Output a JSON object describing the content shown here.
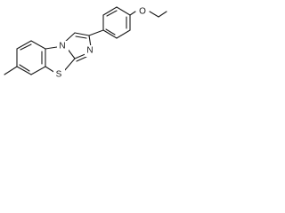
{
  "molecule": {
    "atoms": {
      "O": "O",
      "N": "N",
      "S": "S"
    }
  }
}
